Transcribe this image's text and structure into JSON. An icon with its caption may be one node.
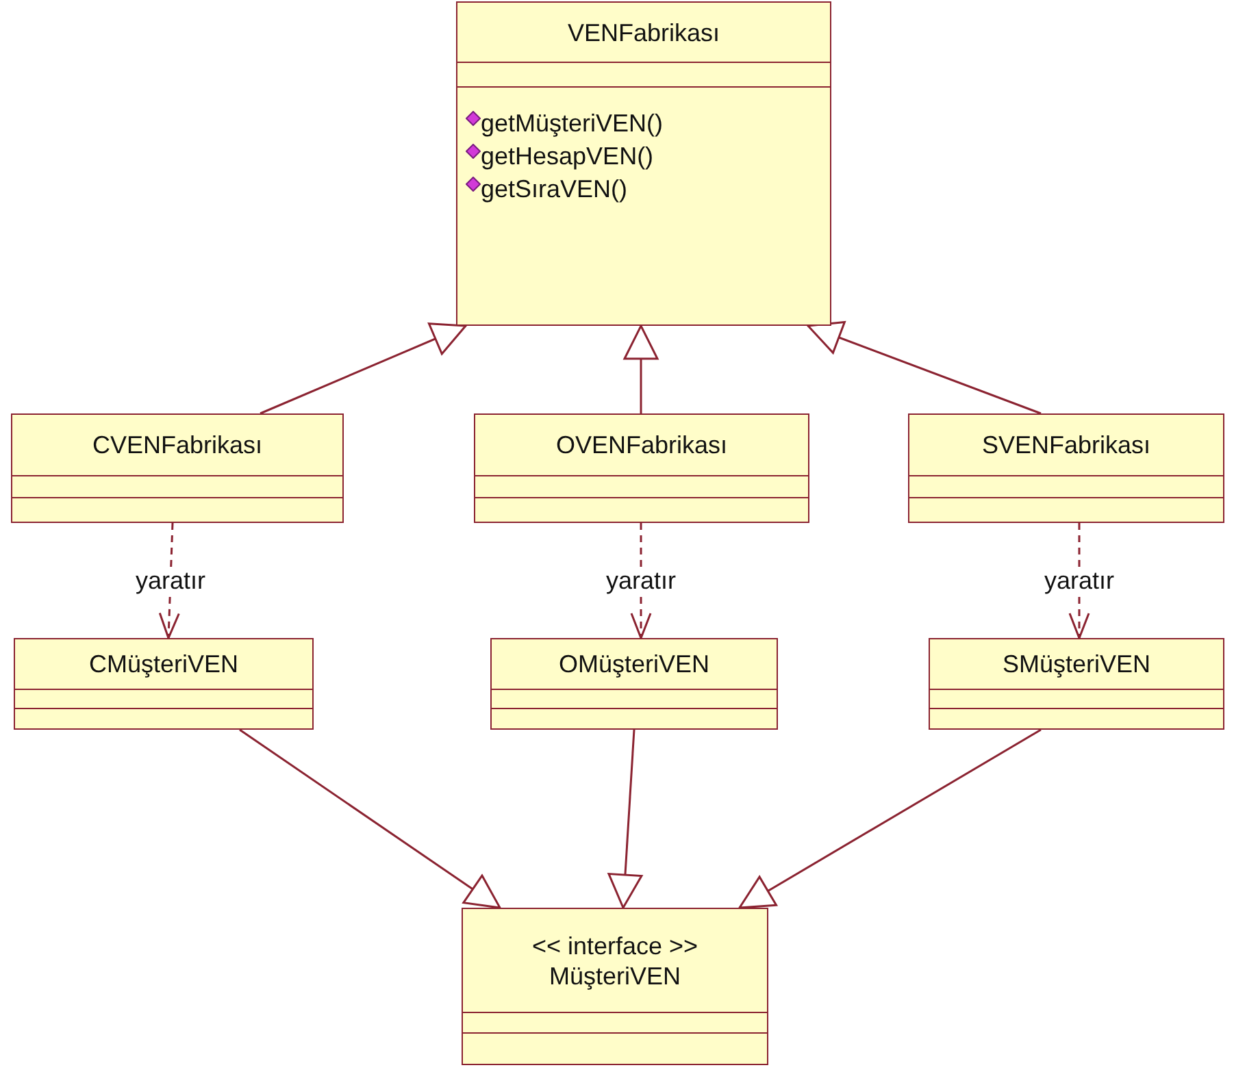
{
  "diagram": {
    "nodes": [
      {
        "text": [
          "VENFabrikası",
          "getMüşteriVEN()",
          "getHesapVEN()",
          "getSıraVEN()"
        ]
      },
      {
        "text": [
          "CVENFabrikası"
        ]
      },
      {
        "text": [
          "OVENFabrikası"
        ]
      },
      {
        "text": [
          "SVENFabrikası"
        ]
      },
      {
        "text": [
          "CMüşteriVEN"
        ]
      },
      {
        "text": [
          "OMüşteriVEN"
        ]
      },
      {
        "text": [
          "SMüşteriVEN"
        ]
      },
      {
        "text": [
          "<< interface >>",
          "MüşteriVEN"
        ]
      }
    ],
    "edges": [
      {
        "from": 1,
        "to": 0,
        "arrow": "to"
      },
      {
        "from": 2,
        "to": 0,
        "arrow": "to"
      },
      {
        "from": 3,
        "to": 0,
        "arrow": "to"
      },
      {
        "from": 1,
        "to": 4,
        "arrow": "to",
        "label": "yaratır",
        "style": "dashed"
      },
      {
        "from": 2,
        "to": 5,
        "arrow": "to",
        "label": "yaratır",
        "style": "dashed"
      },
      {
        "from": 3,
        "to": 6,
        "arrow": "to",
        "label": "yaratır",
        "style": "dashed"
      },
      {
        "from": 4,
        "to": 7,
        "arrow": "to"
      },
      {
        "from": 5,
        "to": 7,
        "arrow": "to"
      },
      {
        "from": 6,
        "to": 7,
        "arrow": "to"
      }
    ]
  }
}
